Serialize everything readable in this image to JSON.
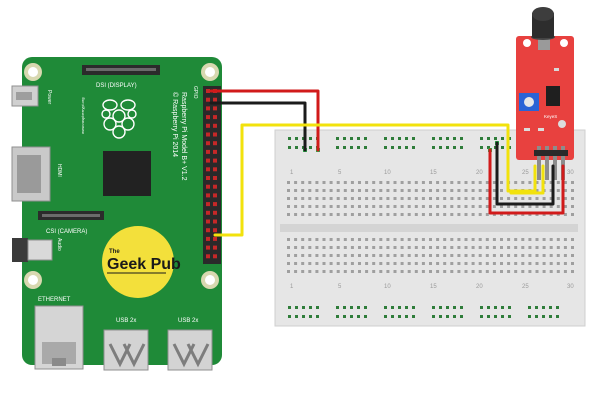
{
  "colors": {
    "pcb_green": "#1f8a38",
    "pcb_dark": "#176b2b",
    "breadboard": "#e6e6e6",
    "sensor_red": "#e8413f",
    "wire_red": "#d11a1a",
    "wire_black": "#1b1b1b",
    "wire_yellow": "#f2e20c",
    "logo_yellow": "#f3e03b",
    "gpio_red": "#c62828"
  },
  "rpi": {
    "model_text": "Raspberry Pi Model B+ V1.2",
    "copyright_text": "© Raspberry Pi 2014",
    "gpio_label": "GPIO",
    "dsi_label": "DSI (DISPLAY)",
    "csi_label": "CSI (CAMERA)",
    "hdmi_label": "HDMI",
    "power_label": "Power",
    "audio_label": "Audio",
    "ethernet_label": "ETHERNET",
    "usb_left_label": "USB 2x",
    "usb_right_label": "USB 2x",
    "small_text_1": "www.raspberrypi.org",
    "logo_the": "The",
    "logo_name": "Geek Pub"
  },
  "sensor": {
    "pot_label": "KeyeS"
  },
  "breadboard": {
    "numbers": [
      "1",
      "5",
      "10",
      "15",
      "20",
      "25",
      "30"
    ]
  }
}
